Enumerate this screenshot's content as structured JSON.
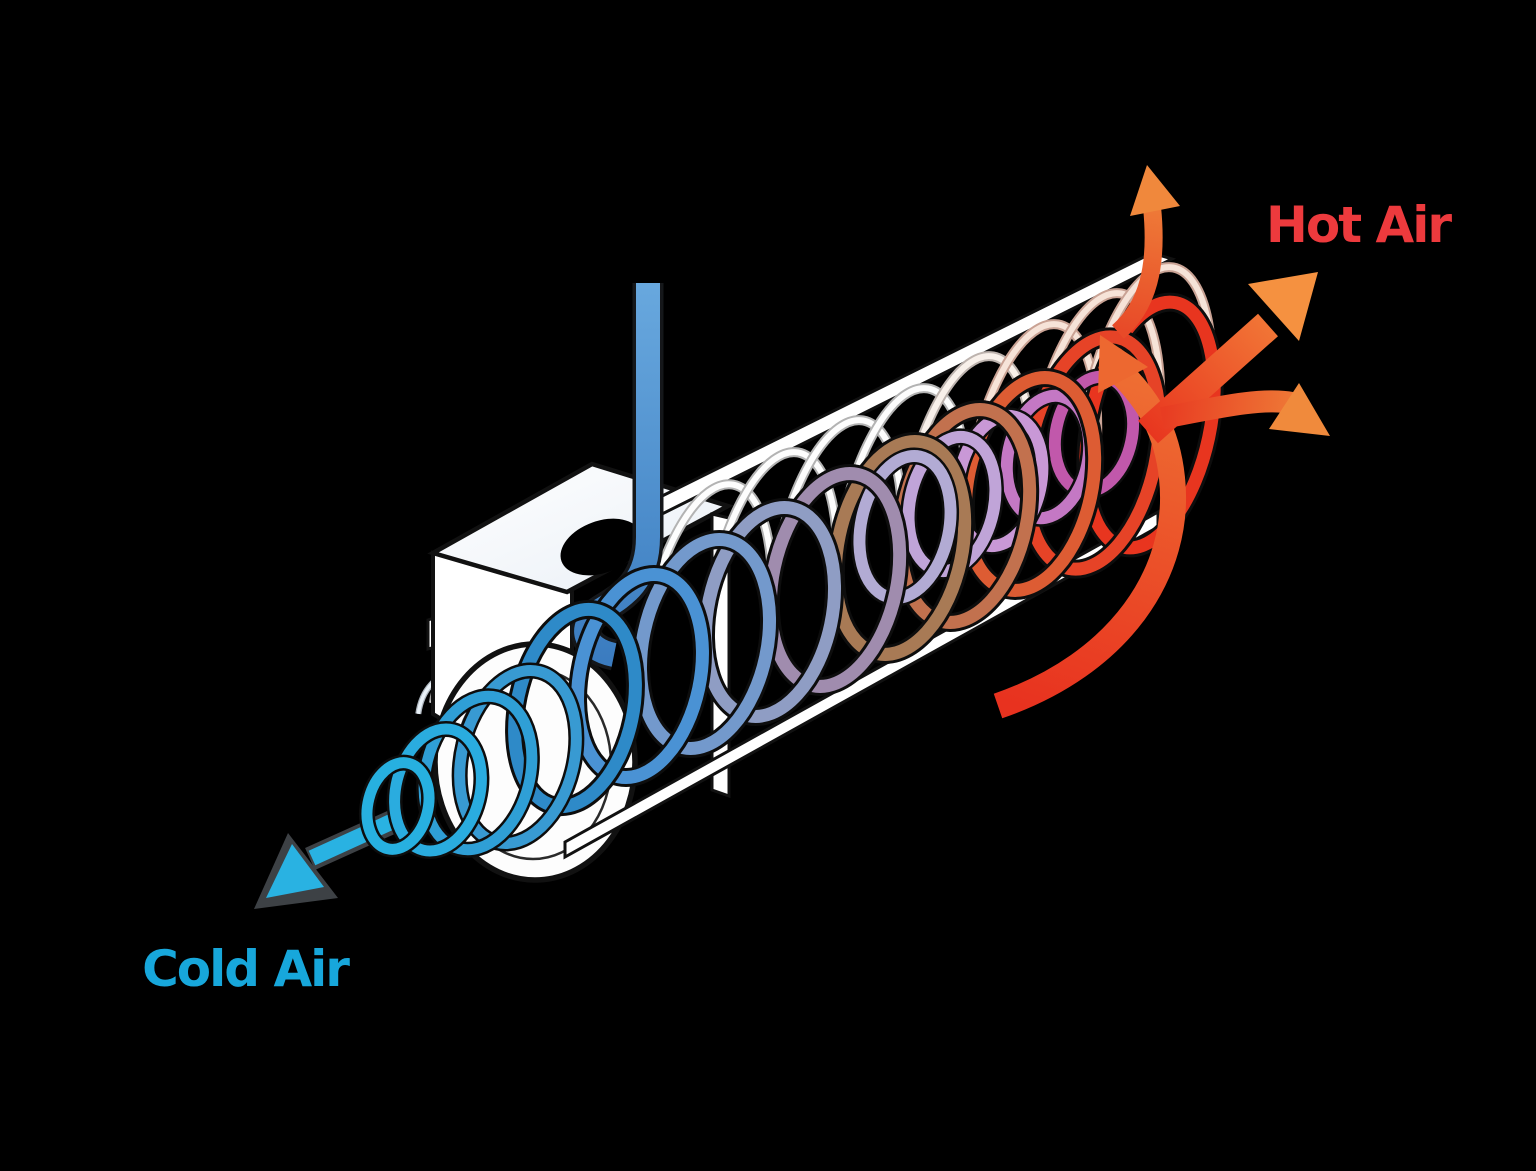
{
  "diagram": {
    "type": "vortex-tube-airflow",
    "labels": {
      "hot_air": {
        "text": "Hot Air",
        "color": "#ed3a3d"
      },
      "cold_air": {
        "text": "Cold Air",
        "color": "#17a7db"
      }
    },
    "colors": {
      "background": "#000000",
      "tube_body": "#ffffff",
      "outline": "#111111",
      "inlet_arrow_gradient": [
        "#68a8de",
        "#3b7cc0"
      ],
      "cold_arrow": "#29b2e2",
      "cold_arrow_outline": "#3d4145",
      "hot_arrow_gradient": [
        "#e8321f",
        "#f59140"
      ],
      "spiral_cold_to_hot": [
        "#27b0e0",
        "#2aacdf",
        "#2f9fd6",
        "#389ad2",
        "#2e8ac8",
        "#4a92d4",
        "#7399cc",
        "#8f9dc4",
        "#a08cae",
        "#a87a55",
        "#c2714e",
        "#dd5c33",
        "#e64327",
        "#e8351f"
      ],
      "inner_spiral": [
        "#b2abd4",
        "#c0a4d8",
        "#c998d6",
        "#c478c4",
        "#c158ab"
      ],
      "ghost_spiral": [
        "#b3b3b3",
        "#c9a294"
      ]
    }
  }
}
